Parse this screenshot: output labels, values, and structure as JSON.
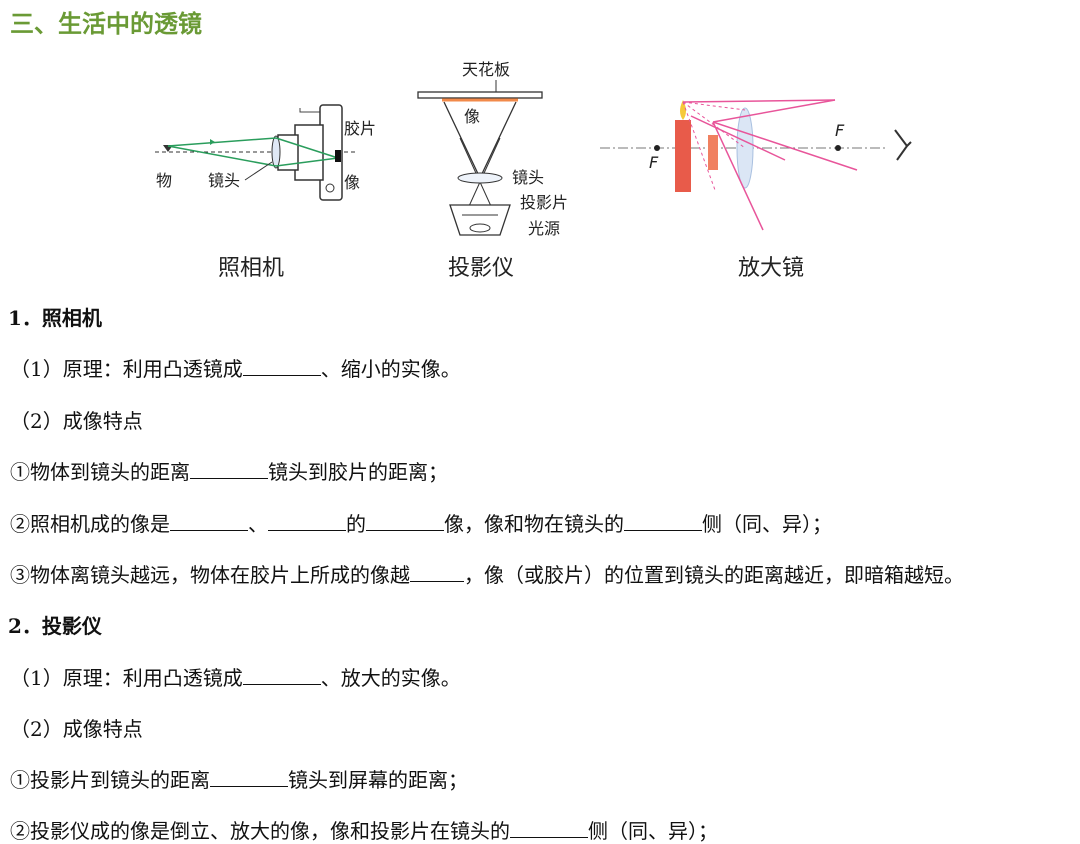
{
  "heading": "三、生活中的透镜",
  "figures": {
    "camera": {
      "caption": "照相机",
      "labels": {
        "film": "胶片",
        "object": "物",
        "lens": "镜头",
        "image": "像"
      }
    },
    "projector": {
      "caption": "投影仪",
      "labels": {
        "ceiling": "天花板",
        "image": "像",
        "lens": "镜头",
        "slide": "投影片",
        "light": "光源"
      }
    },
    "magnifier": {
      "caption": "放大镜",
      "labels": {
        "focus_left": "F",
        "focus_right": "F"
      }
    }
  },
  "camera_section": {
    "title": "1．照相机",
    "p1": {
      "a": "（1）原理：利用凸透镜成",
      "b": "、缩小的实像。"
    },
    "p2": "（2）成像特点",
    "i1": {
      "a": "①物体到镜头的距离",
      "b": "镜头到胶片的距离；"
    },
    "i2": {
      "a": "②照相机成的像是",
      "b": "、",
      "c": "的",
      "d": "像，像和物在镜头的",
      "e": "侧（同、异）；"
    },
    "i3": {
      "a": "③物体离镜头越远，物体在胶片上所成的像越",
      "b": "，像（或胶片）的位置到镜头的距离越近，即暗箱越短。"
    }
  },
  "projector_section": {
    "title": "2．投影仪",
    "p1": {
      "a": "（1）原理：利用凸透镜成",
      "b": "、放大的实像。"
    },
    "p2": "（2）成像特点",
    "i1": {
      "a": "①投影片到镜头的距离",
      "b": "镜头到屏幕的距离；"
    },
    "i2": {
      "a": "②投影仪成的像是倒立、放大的像，像和投影片在镜头的",
      "b": "侧（同、异）；"
    }
  }
}
